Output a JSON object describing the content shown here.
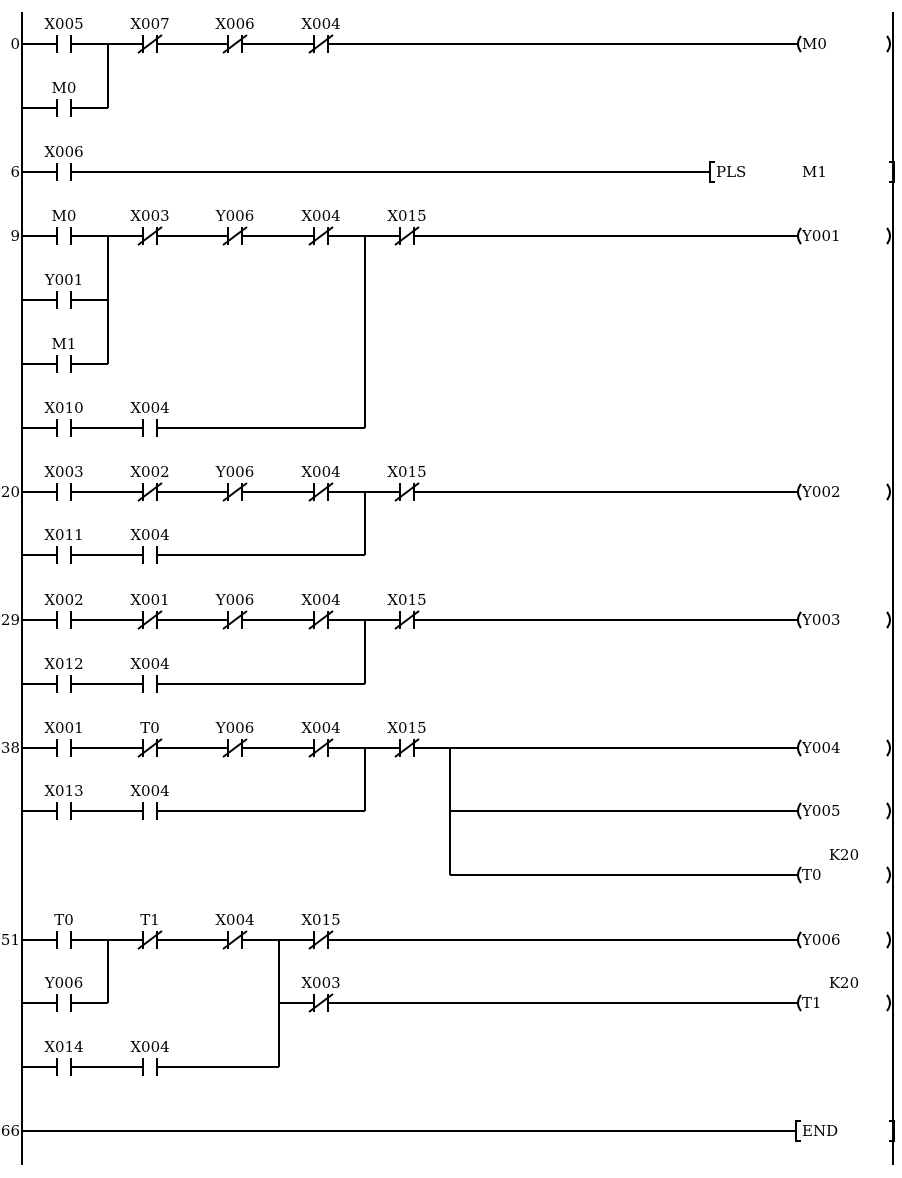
{
  "diagram": {
    "rungs": [
      {
        "step": "0",
        "coil": "M0",
        "contacts": [
          "X005",
          "X007",
          "X006",
          "X004",
          "M0"
        ],
        "consts": []
      },
      {
        "step": "6",
        "instr": "PLS",
        "instr_arg": "M1",
        "contacts": [
          "X006"
        ],
        "consts": []
      },
      {
        "step": "9",
        "coil": "Y001",
        "contacts": [
          "M0",
          "X003",
          "Y006",
          "X004",
          "X015",
          "Y001",
          "M1",
          "X010",
          "X004"
        ],
        "consts": []
      },
      {
        "step": "20",
        "coil": "Y002",
        "contacts": [
          "X003",
          "X002",
          "Y006",
          "X004",
          "X015",
          "X011",
          "X004"
        ],
        "consts": []
      },
      {
        "step": "29",
        "coil": "Y003",
        "contacts": [
          "X002",
          "X001",
          "Y006",
          "X004",
          "X015",
          "X012",
          "X004"
        ],
        "consts": []
      },
      {
        "step": "38",
        "coils": [
          "Y004",
          "Y005",
          "T0"
        ],
        "contacts": [
          "X001",
          "T0",
          "Y006",
          "X004",
          "X015",
          "X013",
          "X004"
        ],
        "consts": [
          "K20"
        ]
      },
      {
        "step": "51",
        "coils": [
          "Y006",
          "T1"
        ],
        "contacts": [
          "T0",
          "T1",
          "X004",
          "X015",
          "Y006",
          "X003",
          "X014",
          "X004"
        ],
        "consts": [
          "K20"
        ]
      },
      {
        "step": "66",
        "instr": "END",
        "contacts": [],
        "consts": []
      }
    ]
  }
}
